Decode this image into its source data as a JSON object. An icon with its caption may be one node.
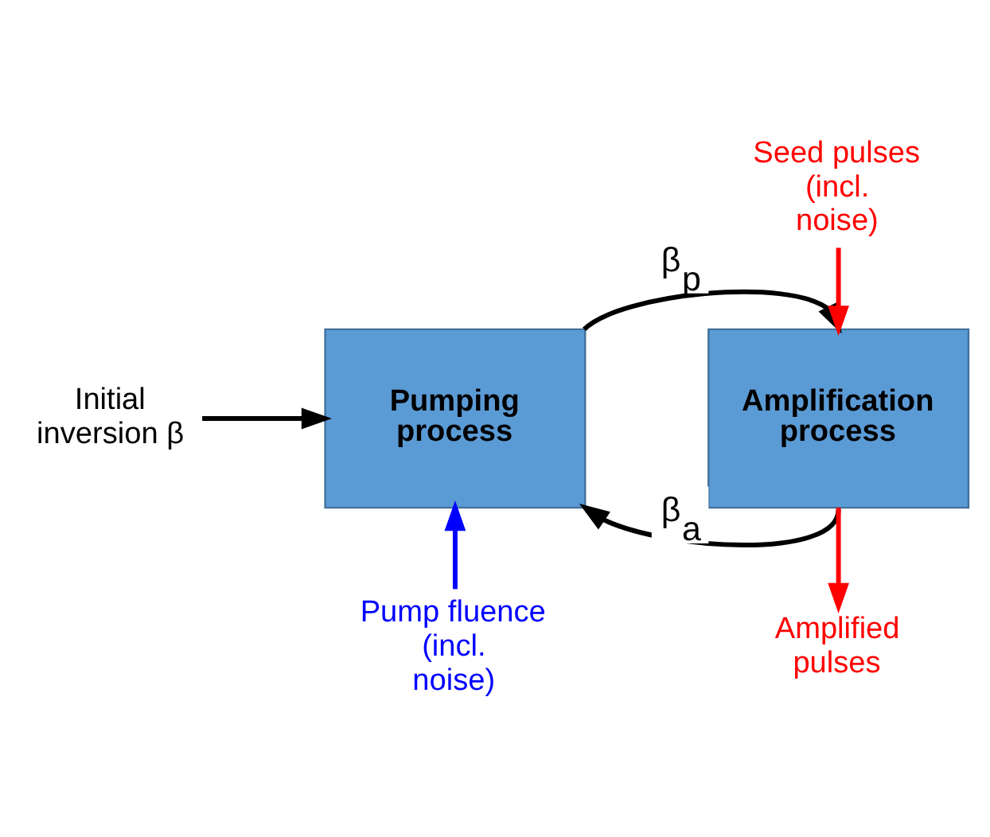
{
  "diagram": {
    "nodes": [
      {
        "text": [
          "Initial inversion β"
        ]
      },
      {
        "text": [
          "Pumping process"
        ]
      },
      {
        "text": [
          "Amplification process"
        ]
      },
      {
        "text": [
          "Seed pulses (incl. noise)"
        ]
      },
      {
        "text": [
          "Amplified pulses"
        ]
      },
      {
        "text": [
          "Pump fluence (incl. noise)"
        ]
      }
    ],
    "edges": [
      {
        "from": 0,
        "to": 1,
        "arrow": "to"
      },
      {
        "from": 1,
        "to": 2,
        "arrow": "to",
        "label": "β$_{p}$"
      },
      {
        "from": 2,
        "to": 1,
        "arrow": "to",
        "label": "β$_{a}$"
      },
      {
        "from": 3,
        "to": 2,
        "arrow": "to",
        "color": "#ff0000"
      },
      {
        "from": 2,
        "to": 4,
        "arrow": "to",
        "color": "#ff0000"
      },
      {
        "from": 5,
        "to": 1,
        "arrow": "to",
        "color": "#0000ff"
      }
    ]
  }
}
